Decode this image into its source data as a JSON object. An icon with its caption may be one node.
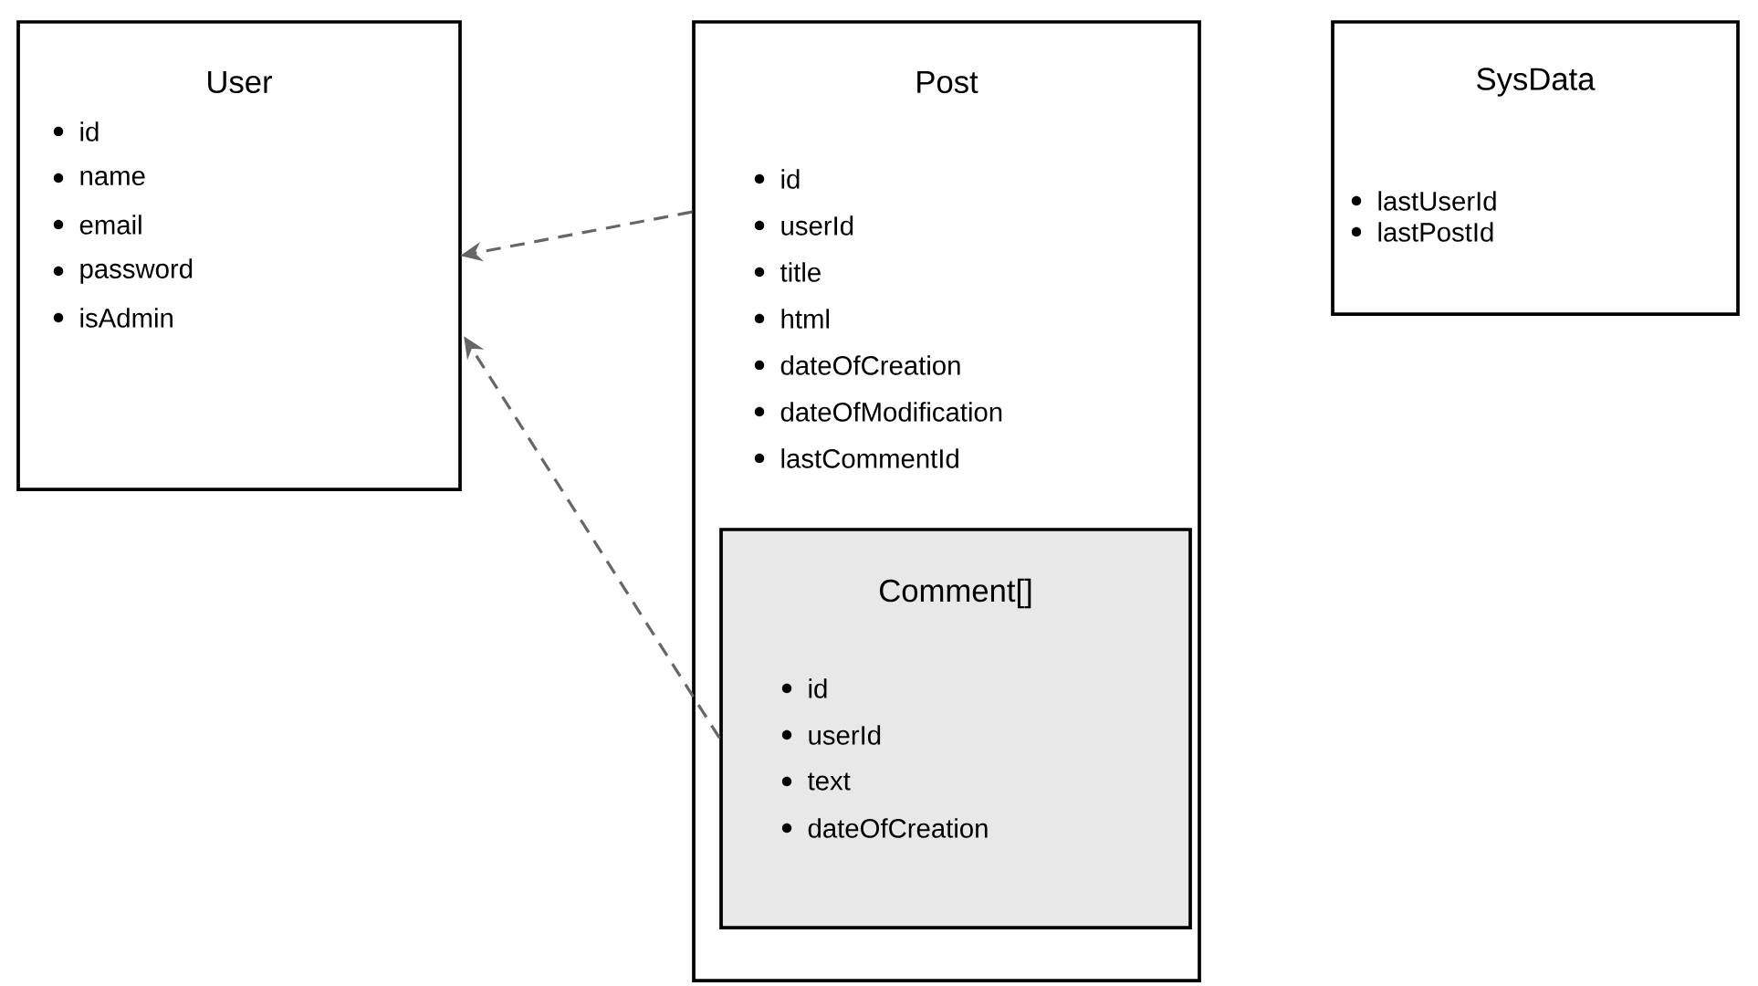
{
  "diagram": {
    "nodes": [
      {
        "text": [
          "User",
          "id",
          "name",
          "email",
          "password",
          "isAdmin"
        ]
      },
      {
        "text": [
          "Post",
          "id",
          "userId",
          "title",
          "html",
          "dateOfCreation",
          "dateOfModification",
          "lastCommentId"
        ]
      },
      {
        "text": [
          "Comment[]",
          "id",
          "userId",
          "text",
          "dateOfCreation"
        ],
        "in": 1
      },
      {
        "text": [
          "SysData",
          "lastUserId",
          "lastPostId"
        ]
      }
    ],
    "edges": [
      {
        "from": 1,
        "to": 0,
        "arrow": "to",
        "style": "dashed"
      },
      {
        "from": 2,
        "to": 0,
        "arrow": "to",
        "style": "dashed"
      }
    ]
  }
}
